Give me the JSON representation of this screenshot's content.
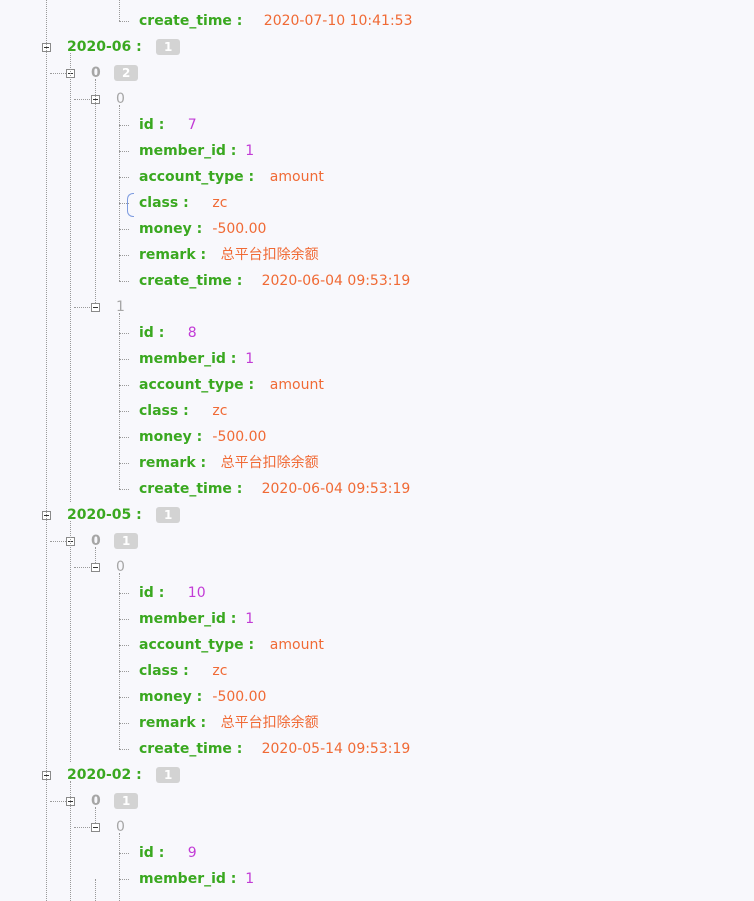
{
  "top_entry": {
    "key": "create_time",
    "value": "2020-07-10 10:41:53"
  },
  "groups": [
    {
      "month": "2020-06",
      "count": "1",
      "items": [
        {
          "index": "0",
          "count": "2",
          "records": [
            {
              "index": "0",
              "fields": [
                {
                  "key": "id",
                  "value": "7",
                  "type": "num"
                },
                {
                  "key": "member_id",
                  "value": "1",
                  "type": "num"
                },
                {
                  "key": "account_type",
                  "value": "amount",
                  "type": "str"
                },
                {
                  "key": "class",
                  "value": "zc",
                  "type": "str"
                },
                {
                  "key": "money",
                  "value": "-500.00",
                  "type": "str"
                },
                {
                  "key": "remark",
                  "value": "总平台扣除余额",
                  "type": "str"
                },
                {
                  "key": "create_time",
                  "value": "2020-06-04 09:53:19",
                  "type": "str"
                }
              ]
            },
            {
              "index": "1",
              "fields": [
                {
                  "key": "id",
                  "value": "8",
                  "type": "num"
                },
                {
                  "key": "member_id",
                  "value": "1",
                  "type": "num"
                },
                {
                  "key": "account_type",
                  "value": "amount",
                  "type": "str"
                },
                {
                  "key": "class",
                  "value": "zc",
                  "type": "str"
                },
                {
                  "key": "money",
                  "value": "-500.00",
                  "type": "str"
                },
                {
                  "key": "remark",
                  "value": "总平台扣除余额",
                  "type": "str"
                },
                {
                  "key": "create_time",
                  "value": "2020-06-04 09:53:19",
                  "type": "str"
                }
              ]
            }
          ]
        }
      ]
    },
    {
      "month": "2020-05",
      "count": "1",
      "items": [
        {
          "index": "0",
          "count": "1",
          "records": [
            {
              "index": "0",
              "fields": [
                {
                  "key": "id",
                  "value": "10",
                  "type": "num"
                },
                {
                  "key": "member_id",
                  "value": "1",
                  "type": "num"
                },
                {
                  "key": "account_type",
                  "value": "amount",
                  "type": "str"
                },
                {
                  "key": "class",
                  "value": "zc",
                  "type": "str"
                },
                {
                  "key": "money",
                  "value": "-500.00",
                  "type": "str"
                },
                {
                  "key": "remark",
                  "value": "总平台扣除余额",
                  "type": "str"
                },
                {
                  "key": "create_time",
                  "value": "2020-05-14 09:53:19",
                  "type": "str"
                }
              ]
            }
          ]
        }
      ]
    },
    {
      "month": "2020-02",
      "count": "1",
      "items": [
        {
          "index": "0",
          "count": "1",
          "records": [
            {
              "index": "0",
              "fields": [
                {
                  "key": "id",
                  "value": "9",
                  "type": "num"
                },
                {
                  "key": "member_id",
                  "value": "1",
                  "type": "num"
                }
              ]
            }
          ]
        }
      ]
    }
  ],
  "colors": {
    "key": "#3aa820",
    "string": "#f06a35",
    "number": "#c23bd6",
    "badge": "#d3d3d3",
    "index": "#a6a6a6"
  }
}
